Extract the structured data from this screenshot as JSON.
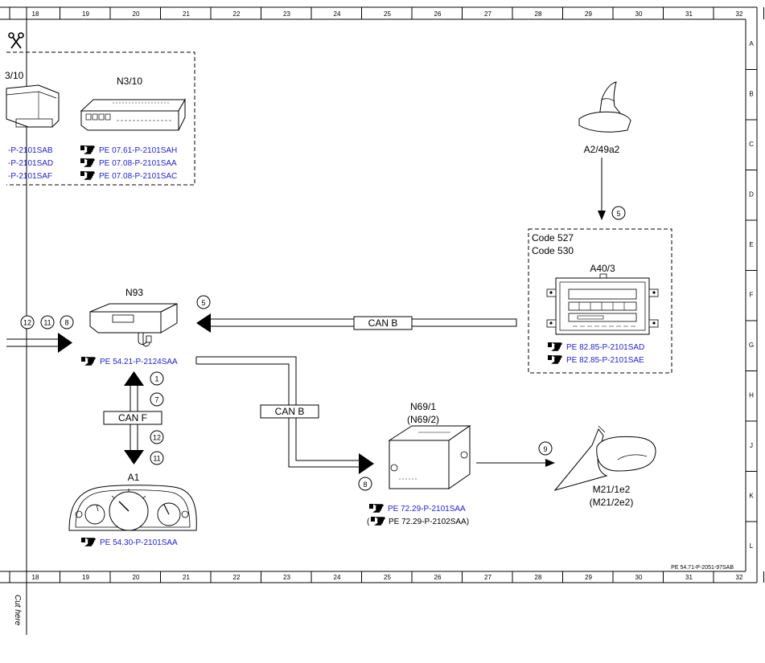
{
  "grid": {
    "columns": [
      "18",
      "19",
      "20",
      "21",
      "22",
      "23",
      "24",
      "25",
      "26",
      "27",
      "28",
      "29",
      "30",
      "31",
      "32"
    ],
    "rows": [
      "A",
      "B",
      "C",
      "D",
      "E",
      "F",
      "G",
      "H",
      "J",
      "K",
      "L"
    ]
  },
  "cut_here": "Cut here",
  "sheet_ref": "PE 54.71-P-2051-97SAB",
  "components": {
    "n3_partial": {
      "label": "3/10",
      "refs": [
        "-P-2101SAB",
        "-P-2101SAD",
        "-P-2101SAF"
      ]
    },
    "n3_10": {
      "label": "N3/10",
      "refs": [
        "PE 07.61-P-2101SAH",
        "PE 07.08-P-2101SAA",
        "PE 07.08-P-2101SAC"
      ]
    },
    "a2_49a2": {
      "label": "A2/49a2"
    },
    "a40_3": {
      "codes": [
        "Code 527",
        "Code 530"
      ],
      "label": "A40/3",
      "refs": [
        "PE 82.85-P-2101SAD",
        "PE 82.85-P-2101SAE"
      ]
    },
    "n93": {
      "label": "N93",
      "ref": "PE 54.21-P-2124SAA"
    },
    "a1": {
      "label": "A1",
      "ref": "PE 54.30-P-2101SAA"
    },
    "n69": {
      "label": "N69/1",
      "label_alt": "(N69/2)",
      "ref": "PE 72.29-P-2101SAA",
      "ref_alt_open": "(",
      "ref_alt": "PE 72.29-P-2102SAA)"
    },
    "m21": {
      "label": "M21/1e2",
      "label_alt": "(M21/2e2)"
    }
  },
  "bus": {
    "can_b_upper": "CAN B",
    "can_b_lower": "CAN B",
    "can_f": "CAN F"
  },
  "callouts": {
    "a2_arrow": "5",
    "can_b_upper": "5",
    "left_in": [
      "12",
      "11",
      "8"
    ],
    "can_f_up": [
      "1",
      "7"
    ],
    "can_f_down": [
      "12",
      "11"
    ],
    "n69_in": "8",
    "mirror": "9"
  },
  "colors": {
    "link": "#1f1fcc",
    "line": "#000000"
  }
}
